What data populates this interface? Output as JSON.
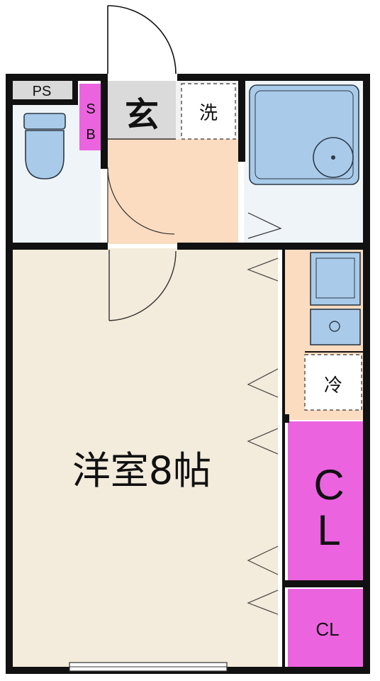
{
  "colors": {
    "wall": "#111111",
    "floor_room": "#f3ebdb",
    "floor_entry": "#fbdcc0",
    "floor_wet": "#eef4f8",
    "fixture": "#a9cbe9",
    "fixture_edge": "#2d3a48",
    "closet": "#ec63e0",
    "entry_tile": "#dadada",
    "ps_box": "#d9d9d9"
  },
  "labels": {
    "ps": "PS",
    "sb": "SB",
    "entrance": "玄",
    "washer": "洗",
    "room": "洋室8帖",
    "fridge": "冷",
    "closet_large": "CL",
    "closet_small": "CL"
  },
  "icons": [
    "toilet-icon",
    "bathtub-icon",
    "sink-icon",
    "stove-icon",
    "door-swing-icon"
  ]
}
